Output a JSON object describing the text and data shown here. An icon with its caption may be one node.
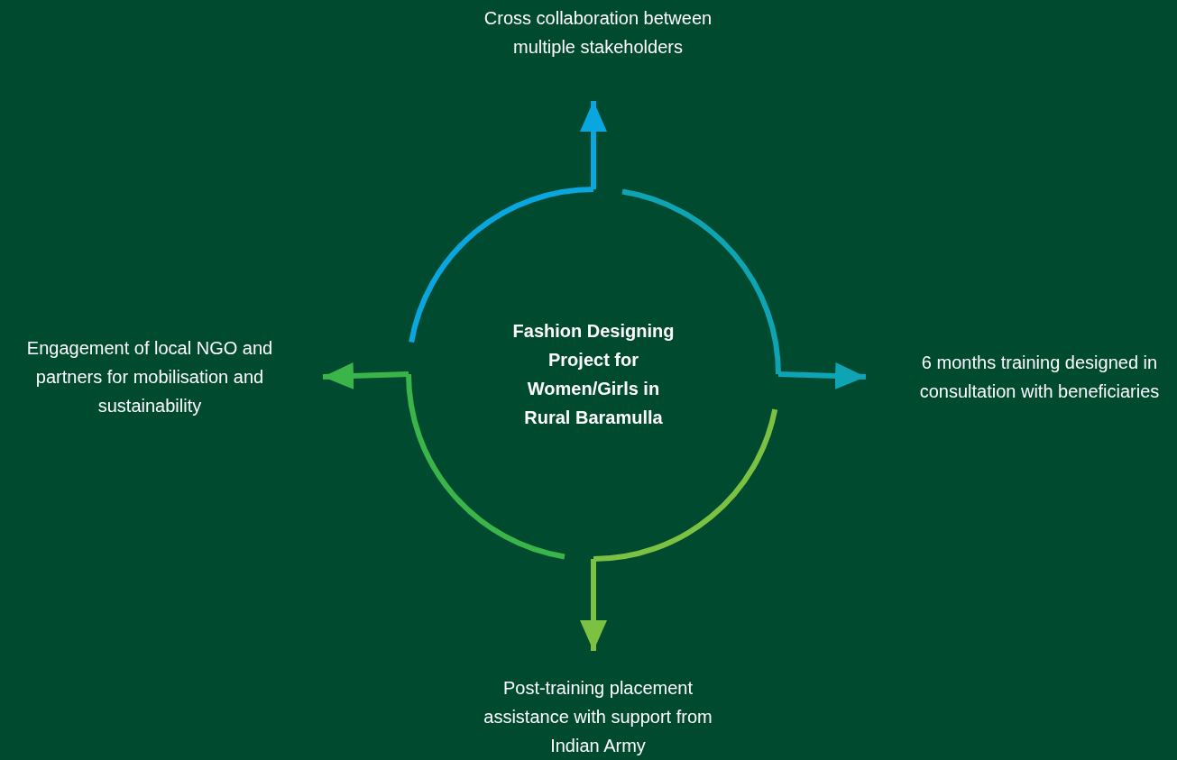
{
  "diagram": {
    "nodes": [
      {
        "text": [
          "Fashion Designing Project for Women/Girls in Rural Baramulla"
        ]
      },
      {
        "text": [
          "Cross collaboration between multiple stakeholders"
        ]
      },
      {
        "text": [
          "6 months training designed in consultation with beneficiaries"
        ]
      },
      {
        "text": [
          "Post-training placement assistance with support from Indian Army"
        ]
      },
      {
        "text": [
          "Engagement of local NGO and partners for mobilisation and sustainability"
        ]
      }
    ],
    "edges": [
      {
        "from": 0,
        "to": 1,
        "arrow": "to",
        "color": "#0aa6df"
      },
      {
        "from": 0,
        "to": 2,
        "arrow": "to",
        "color": "#0ea4b4"
      },
      {
        "from": 0,
        "to": 3,
        "arrow": "to",
        "color": "#7dc142"
      },
      {
        "from": 0,
        "to": 4,
        "arrow": "to",
        "color": "#3bb54a"
      }
    ]
  }
}
